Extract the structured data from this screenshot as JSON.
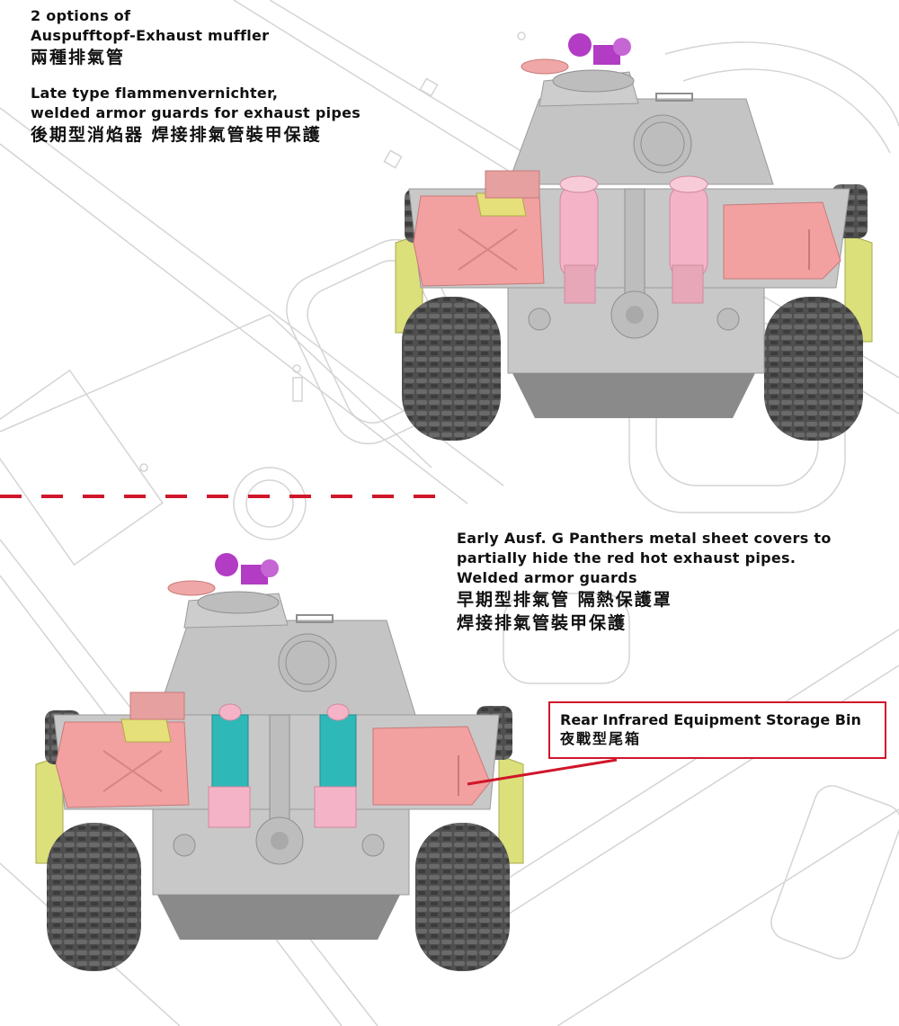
{
  "top_caption": {
    "line1": "2 options of",
    "line2": "Auspufftopf-Exhaust muffler",
    "line3": "兩種排氣管",
    "line4": "Late type flammenvernichter,",
    "line5": "welded  armor guards for exhaust pipes",
    "line6": "後期型消焰器 焊接排氣管裝甲保護"
  },
  "middle_caption": {
    "line1": "Early Ausf. G Panthers metal sheet covers to",
    "line2": "partially hide the red hot exhaust pipes.",
    "line3": "Welded armor guards",
    "line4": "早期型排氣管  隔熱保護罩",
    "line5": "焊接排氣管裝甲保護"
  },
  "callout": {
    "line1": "Rear Infrared Equipment Storage Bin",
    "line2": "夜戰型尾箱"
  },
  "colors": {
    "divider": "#d0162a",
    "hull": "#c8c8c8",
    "storage_bin": "#f2a0a0",
    "exhaust_pink": "#f4b3c6",
    "exhaust_teal": "#2fb8b8",
    "cupola_purple": "#b23cc4",
    "tracks": "#555555",
    "side_skirt": "#dce07a"
  }
}
